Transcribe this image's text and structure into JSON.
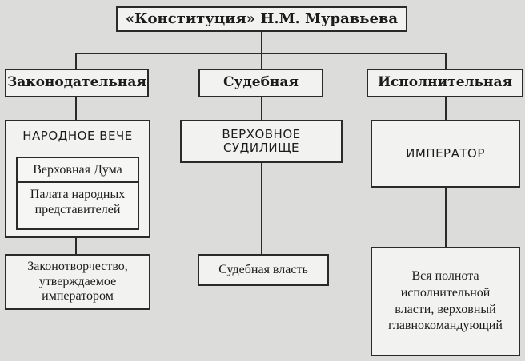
{
  "title": "«Конституция» Н.М. Муравьева",
  "branches": {
    "legislative": {
      "label": "Законодательная",
      "body": "НАРОДНОЕ ВЕЧЕ",
      "upper": "Верховная Дума",
      "lower": "Палата народных представителей",
      "power": "Законотворчество, утверждаемое императором"
    },
    "judicial": {
      "label": "Судебная",
      "body": "ВЕРХОВНОЕ СУДИЛИЩЕ",
      "power": "Судебная власть"
    },
    "executive": {
      "label": "Исполнительная",
      "body": "ИМПЕРАТОР",
      "power": "Вся полнота исполнительной власти, верховный главнокомандующий"
    }
  }
}
